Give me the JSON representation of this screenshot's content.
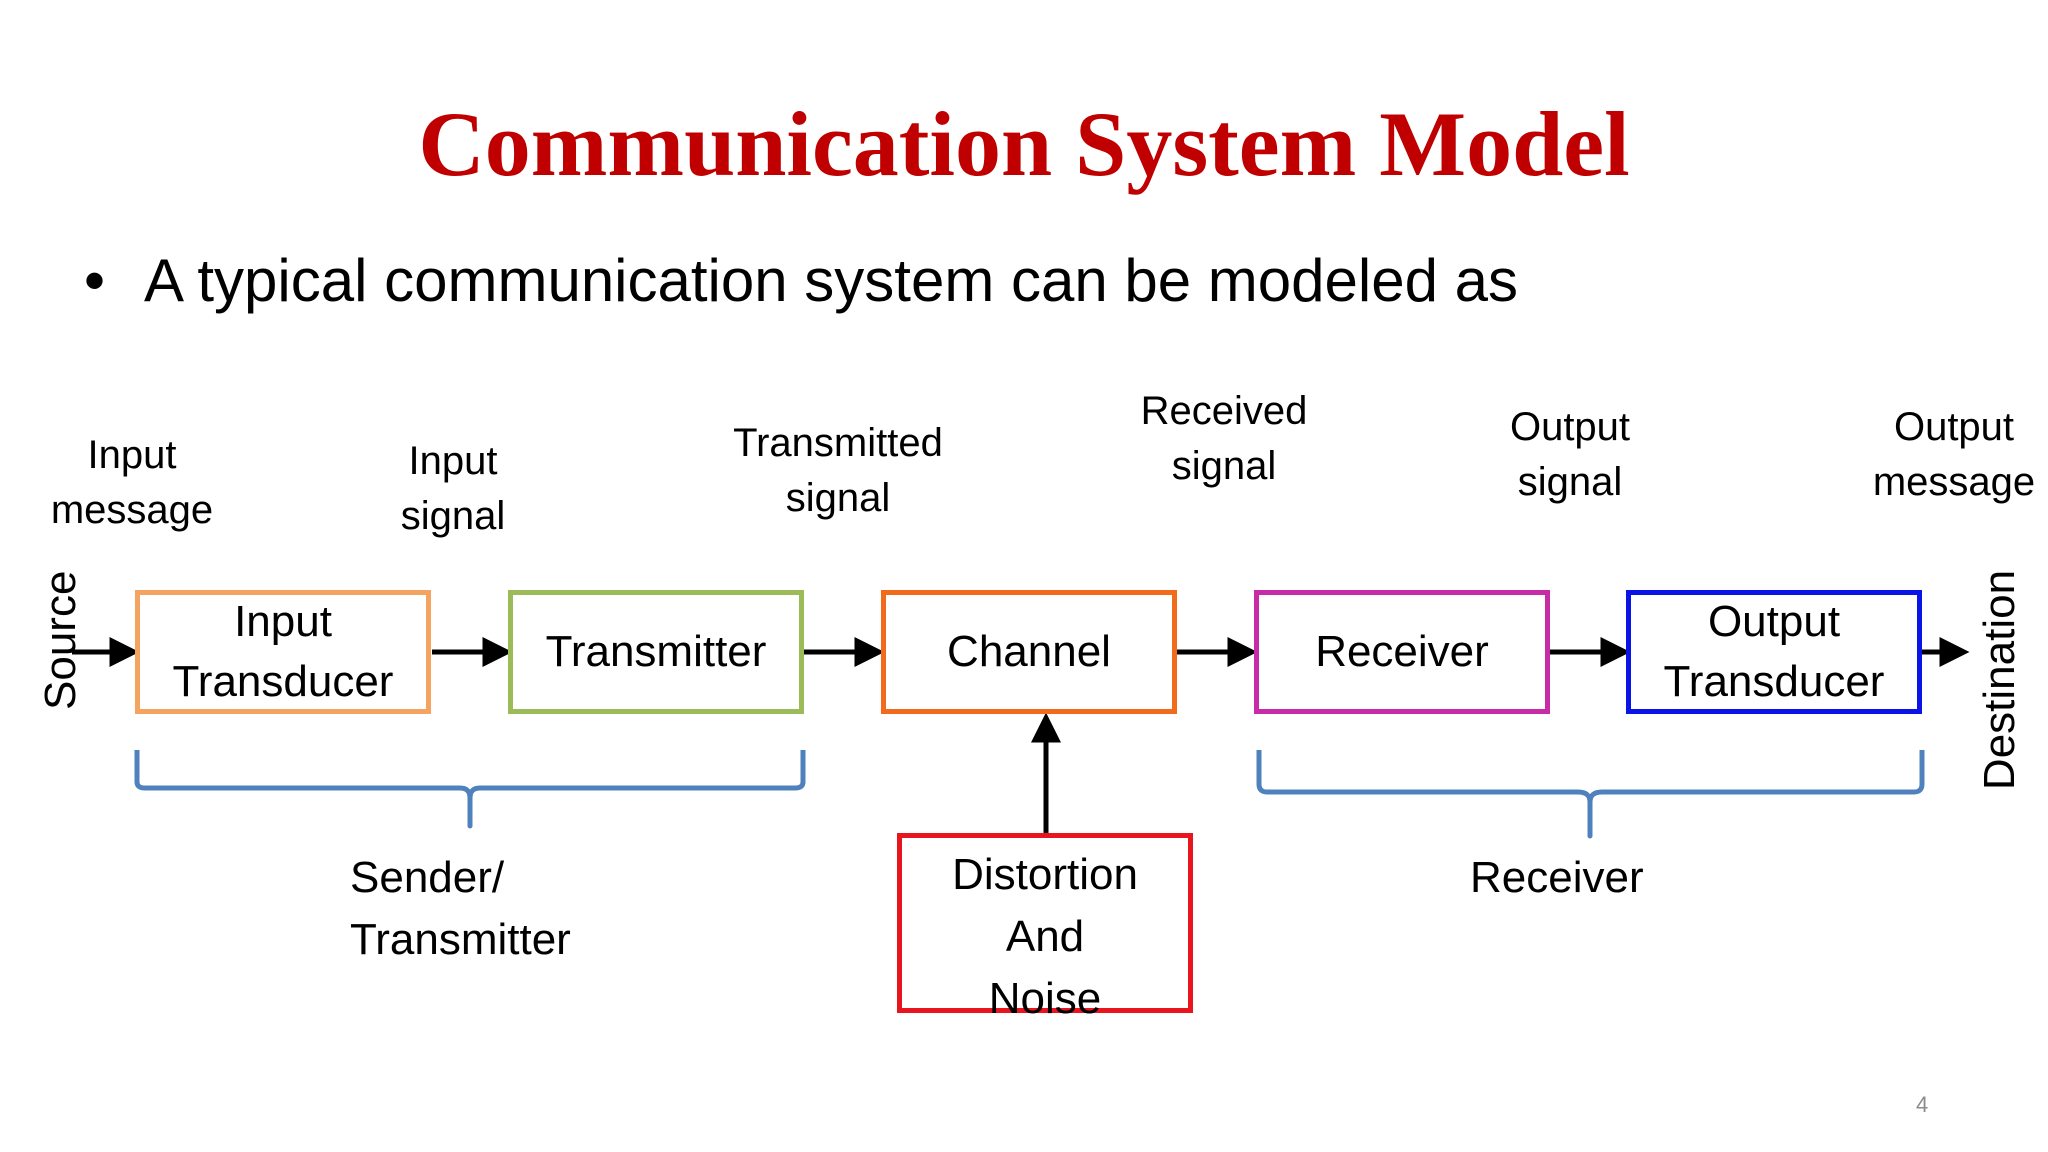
{
  "title": "Communication System Model",
  "bullet": "A typical communication system can be modeled as",
  "diagram": {
    "signals": {
      "input_message": "Input\nmessage",
      "input_signal": "Input\nsignal",
      "transmitted_signal": "Transmitted\nsignal",
      "received_signal": "Received\nsignal",
      "output_signal": "Output\nsignal",
      "output_message": "Output\nmessage"
    },
    "blocks": {
      "input_transducer": "Input\nTransducer",
      "transmitter": "Transmitter",
      "channel": "Channel",
      "receiver": "Receiver",
      "output_transducer": "Output\nTransducer",
      "noise": "Distortion\nAnd\nNoise"
    },
    "endpoints": {
      "source": "Source",
      "destination": "Destination"
    },
    "groups": {
      "sender": "Sender/\nTransmitter",
      "receiver": "Receiver"
    },
    "colors": {
      "title": "#c00000",
      "input_transducer": "#f4a460",
      "transmitter": "#9bbb59",
      "channel": "#f26a1b",
      "receiver": "#c72ba6",
      "output_transducer": "#0a14e6",
      "noise": "#e8141e",
      "brace": "#4f81bd"
    }
  },
  "page_number": "4"
}
